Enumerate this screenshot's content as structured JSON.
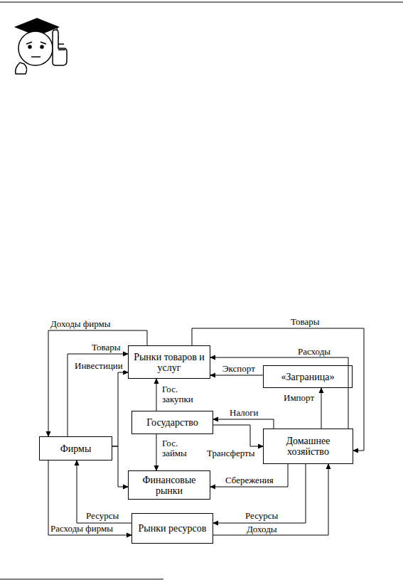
{
  "diagram": {
    "nodes": [
      {
        "text": [
          "Рынки товаров и услуг"
        ]
      },
      {
        "text": [
          "«Заграница»"
        ]
      },
      {
        "text": [
          "Государство"
        ]
      },
      {
        "text": [
          "Домашнее хозяйство"
        ]
      },
      {
        "text": [
          "Фирмы"
        ]
      },
      {
        "text": [
          "Финансовые рынки"
        ]
      },
      {
        "text": [
          "Рынки ресурсов"
        ]
      }
    ],
    "edges": [
      {
        "from": 0,
        "to": 4,
        "label": "Доходы фирмы",
        "arrow": "to"
      },
      {
        "from": 4,
        "to": 0,
        "label": "Товары",
        "arrow": "to"
      },
      {
        "from": 4,
        "to": 0,
        "label": "Инвестиции",
        "arrow": "to"
      },
      {
        "from": 4,
        "to": 5,
        "arrow": "to"
      },
      {
        "from": 0,
        "to": 3,
        "label": "Товары",
        "arrow": "to"
      },
      {
        "from": 3,
        "to": 0,
        "label": "Расходы",
        "arrow": "to"
      },
      {
        "from": 1,
        "to": 0,
        "label": "Экспорт",
        "arrow": "to"
      },
      {
        "from": 3,
        "to": 1,
        "label": "Импорт",
        "arrow": "to"
      },
      {
        "from": 2,
        "to": 0,
        "label": "Гос. закупки",
        "arrow": "to"
      },
      {
        "from": 3,
        "to": 2,
        "label": "Налоги",
        "arrow": "to"
      },
      {
        "from": 2,
        "to": 5,
        "label": "Гос. займы",
        "arrow": "to"
      },
      {
        "from": 2,
        "to": 3,
        "label": "Трансферты",
        "arrow": "to"
      },
      {
        "from": 3,
        "to": 5,
        "label": "Сбережения",
        "arrow": "to"
      },
      {
        "from": 6,
        "to": 4,
        "label": "Ресурсы",
        "arrow": "to"
      },
      {
        "from": 4,
        "to": 6,
        "label": "Расходы фирмы",
        "arrow": "to"
      },
      {
        "from": 3,
        "to": 6,
        "label": "Ресурсы",
        "arrow": "to"
      },
      {
        "from": 6,
        "to": 3,
        "label": "Доходы",
        "arrow": "to"
      }
    ]
  }
}
